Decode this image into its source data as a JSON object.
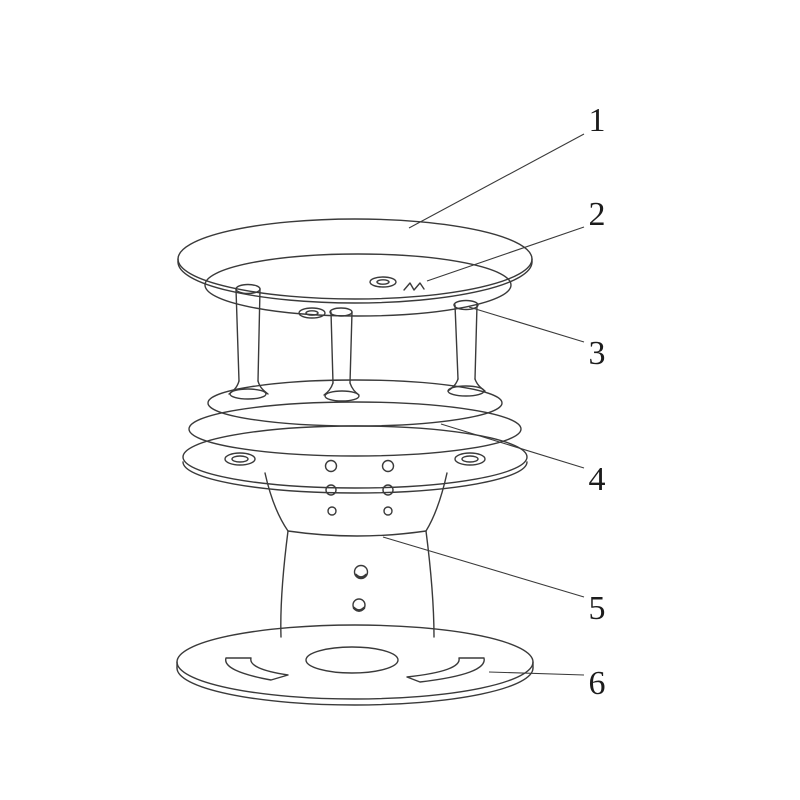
{
  "diagram": {
    "background": "#ffffff",
    "line_color": "#3a3a3a",
    "label_color": "#1c1c1c",
    "callouts": [
      {
        "label": "1"
      },
      {
        "label": "2"
      },
      {
        "label": "3"
      },
      {
        "label": "4"
      },
      {
        "label": "5"
      },
      {
        "label": "6"
      }
    ]
  }
}
